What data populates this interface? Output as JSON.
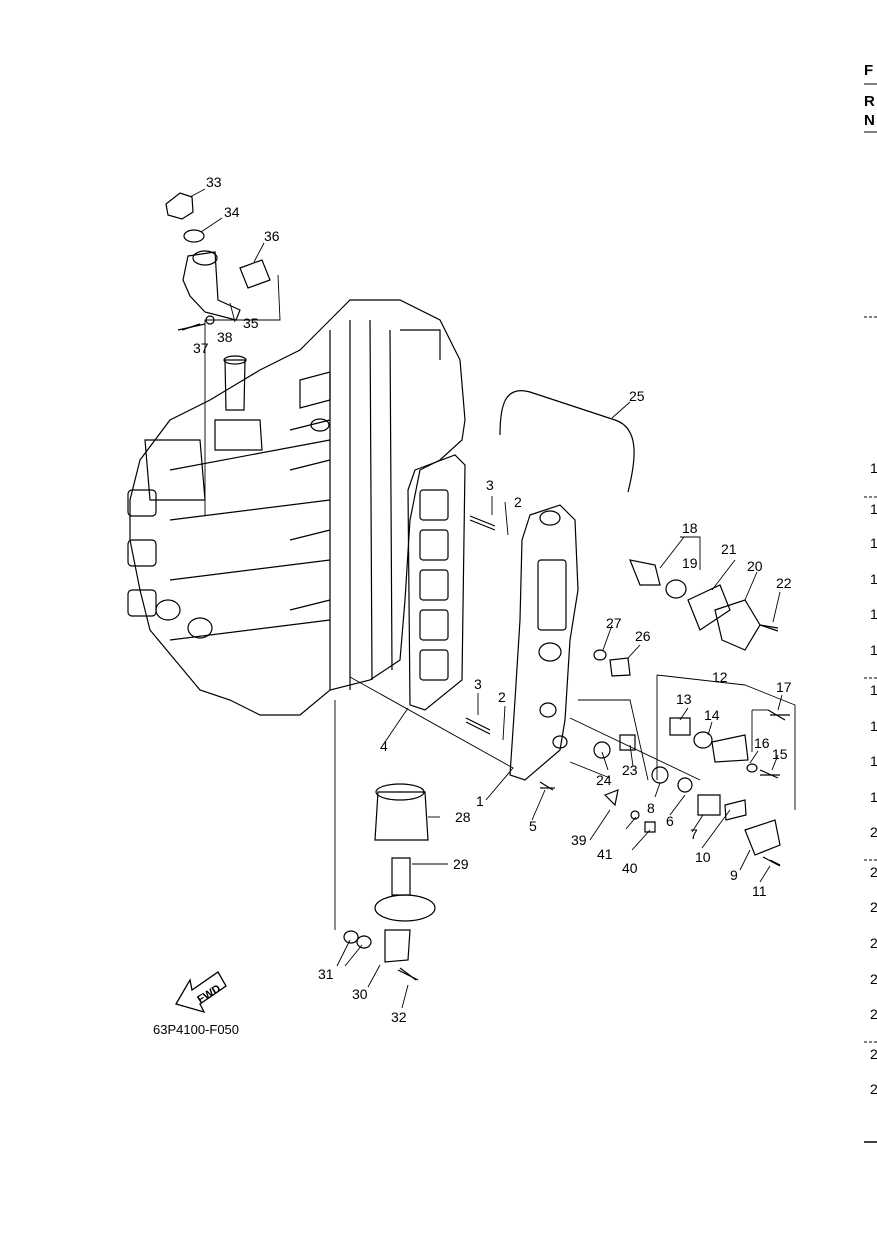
{
  "figure_code": "63P4100-F050",
  "fwd_label": "FWD",
  "edge_letters": [
    "F",
    "R",
    "N"
  ],
  "edge_digits": [
    "1",
    "1",
    "1",
    "1",
    "1",
    "1",
    "1",
    "1",
    "1",
    "1",
    "2",
    "2",
    "2",
    "2",
    "2",
    "2",
    "2",
    "2"
  ],
  "callouts": [
    "1",
    "2",
    "2",
    "3",
    "3",
    "4",
    "5",
    "6",
    "7",
    "8",
    "9",
    "10",
    "11",
    "12",
    "13",
    "14",
    "15",
    "16",
    "17",
    "18",
    "19",
    "20",
    "21",
    "22",
    "23",
    "24",
    "25",
    "26",
    "27",
    "28",
    "29",
    "30",
    "31",
    "32",
    "33",
    "34",
    "35",
    "36",
    "37",
    "38",
    "39",
    "40",
    "41"
  ]
}
